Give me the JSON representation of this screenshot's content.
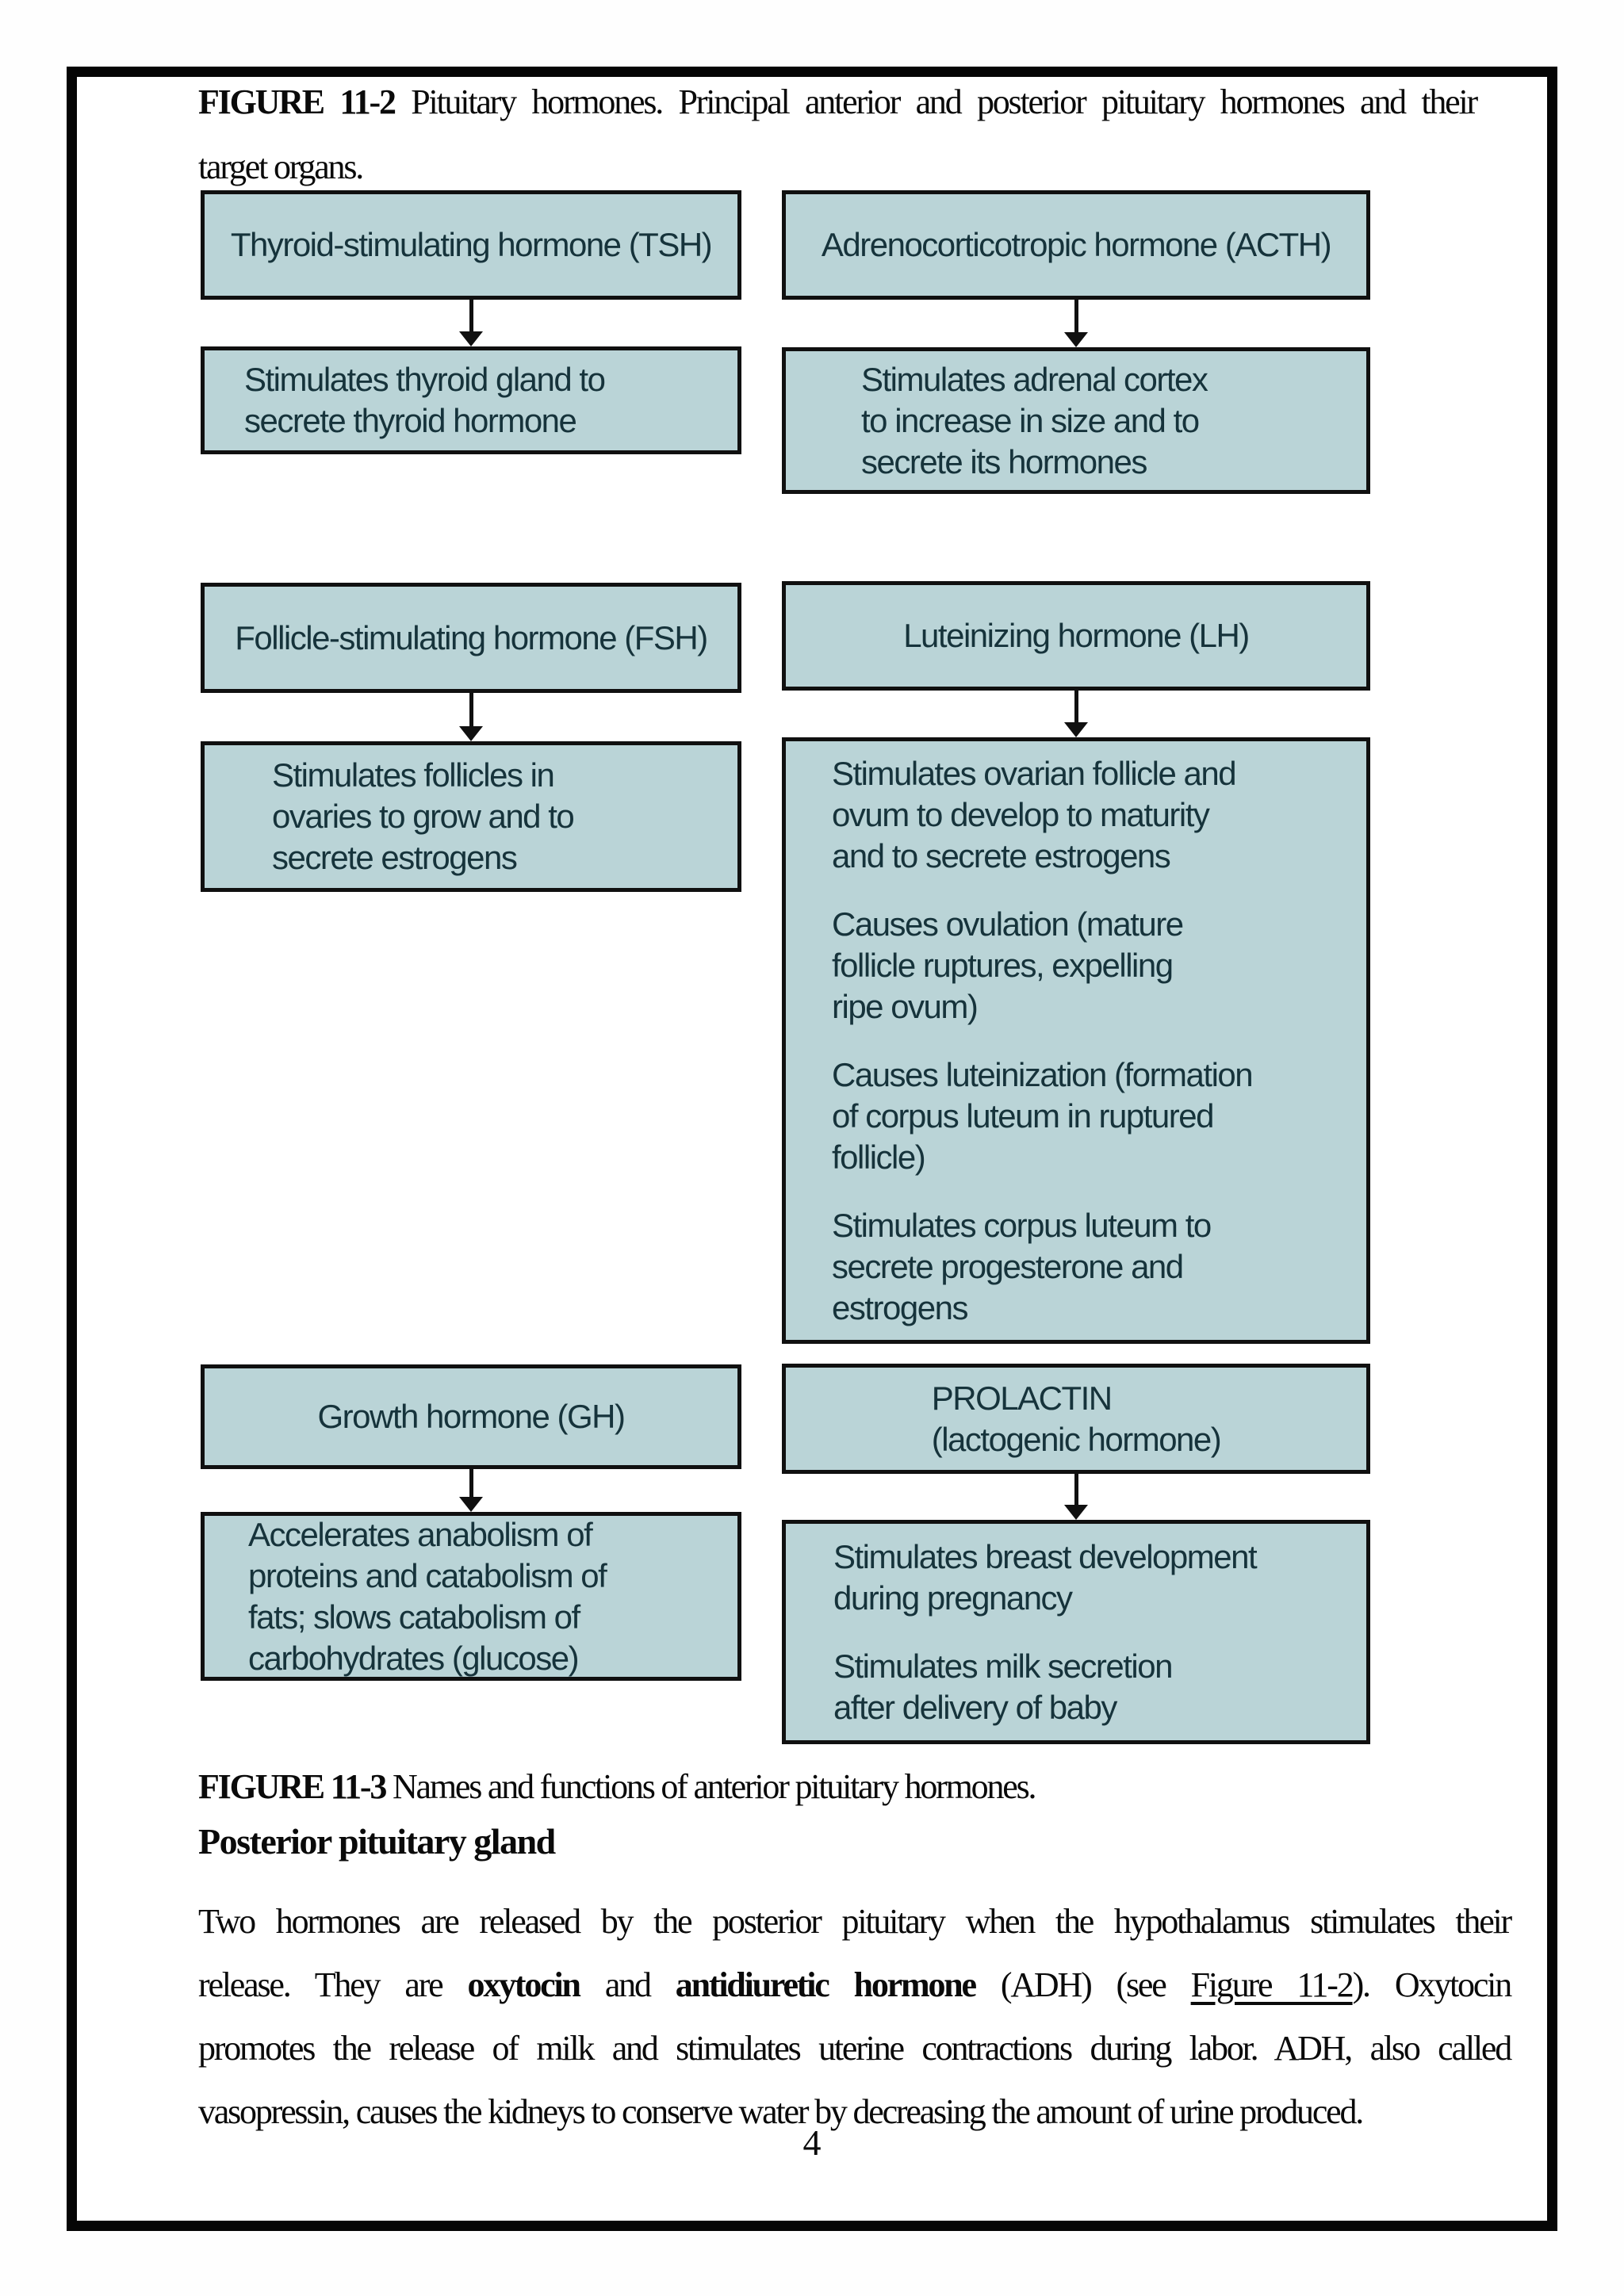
{
  "colors": {
    "box_fill": "#bad4d7",
    "box_border": "#101010",
    "box_text": "#16333b",
    "frame_border": "#050505",
    "body_text": "#0a0a0a"
  },
  "caption_11_2": {
    "line1": [
      {
        "t": "FIGURE 11-2 ",
        "b": true
      },
      {
        "t": "Pituitary hormones. Principal anterior and posterior pituitary hormones and their"
      }
    ],
    "line2": "target organs."
  },
  "diagram": {
    "tsh": {
      "label": "Thyroid-stimulating hormone (TSH)",
      "target": "Stimulates thyroid gland to\nsecrete thyroid hormone"
    },
    "acth": {
      "label": "Adrenocorticotropic hormone (ACTH)",
      "target": "Stimulates adrenal cortex\nto increase in size and to\nsecrete its hormones"
    },
    "fsh": {
      "label": "Follicle-stimulating hormone (FSH)",
      "target": "Stimulates follicles in\novaries to grow and to\nsecrete estrogens"
    },
    "lh": {
      "label": "Luteinizing hormone (LH)",
      "target_paragraphs": [
        "Stimulates ovarian follicle and\novum to develop to maturity\nand to secrete estrogens",
        "Causes ovulation (mature\nfollicle ruptures, expelling\nripe ovum)",
        "Causes luteinization (formation\nof corpus luteum in ruptured\nfollicle)",
        "Stimulates corpus luteum to\nsecrete progesterone and\nestrogens"
      ]
    },
    "gh": {
      "label": "Growth hormone (GH)",
      "target": "Accelerates anabolism of\nproteins and catabolism of\nfats; slows catabolism of\ncarbohydrates (glucose)"
    },
    "prolactin": {
      "label": "PROLACTIN\n(lactogenic hormone)",
      "target_paragraphs": [
        "Stimulates breast development\nduring pregnancy",
        "Stimulates milk secretion\nafter delivery of baby"
      ]
    }
  },
  "caption_11_3": {
    "segments": [
      {
        "t": "FIGURE 11-3 ",
        "b": true
      },
      {
        "t": "Names and functions of anterior pituitary hormones."
      }
    ]
  },
  "posterior_heading": "Posterior pituitary gland",
  "body_paragraph": {
    "lines": [
      [
        {
          "t": "Two hormones are released by the posterior pituitary when the hypothalamus stimulates their"
        }
      ],
      [
        {
          "t": "release. They are "
        },
        {
          "t": "oxytocin",
          "b": true
        },
        {
          "t": " and "
        },
        {
          "t": "antidiuretic hormone",
          "b": true
        },
        {
          "t": " (ADH) (see "
        },
        {
          "t": "Figure 11-2",
          "u": true
        },
        {
          "t": "). Oxytocin"
        }
      ],
      [
        {
          "t": "promotes the release of milk and stimulates uterine contractions during labor. ADH, also called"
        }
      ],
      [
        {
          "t": "vasopressin, causes the kidneys to conserve water by decreasing the amount of urine produced."
        }
      ]
    ]
  },
  "page_number": "4"
}
